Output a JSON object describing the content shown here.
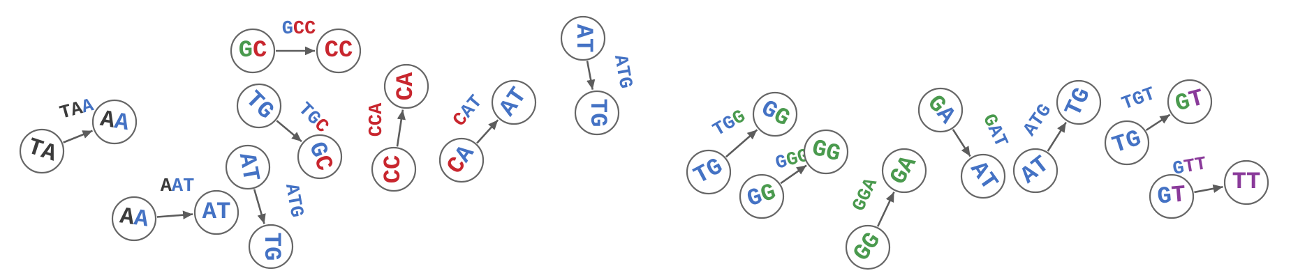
{
  "colors": {
    "A": "#4472c4",
    "C": "#c8262e",
    "G": "#4a9a4e",
    "T": "#4472c4",
    "k": "#3b3b3b",
    "p": "#8a3a9a",
    "node_stroke": "#666666",
    "arrow": "#5c5c5c"
  },
  "graphs": [
    {
      "id": "g1",
      "nodes": [
        {
          "id": "n1",
          "text": "TA",
          "colors": "kk"
        },
        {
          "id": "n2",
          "text": "AA",
          "colors": "kA"
        }
      ],
      "edges": [
        {
          "from": "n1",
          "to": "n2",
          "label": "TAA",
          "colors": "kkA"
        }
      ]
    },
    {
      "id": "g2",
      "nodes": [
        {
          "id": "n3",
          "text": "AA",
          "colors": "kA"
        },
        {
          "id": "n4",
          "text": "AT",
          "colors": "AT"
        }
      ],
      "edges": [
        {
          "from": "n3",
          "to": "n4",
          "label": "AAT",
          "colors": "kAT"
        }
      ]
    },
    {
      "id": "g3",
      "nodes": [
        {
          "id": "n5",
          "text": "GC",
          "colors": "GC"
        },
        {
          "id": "n6",
          "text": "CC",
          "colors": "CC"
        }
      ],
      "edges": [
        {
          "from": "n5",
          "to": "n6",
          "label": "GCC",
          "colors": "ACC"
        }
      ]
    },
    {
      "id": "g4",
      "nodes": [
        {
          "id": "n7",
          "text": "TG",
          "colors": "TT"
        },
        {
          "id": "n8",
          "text": "GC",
          "colors": "AC"
        }
      ],
      "edges": [
        {
          "from": "n7",
          "to": "n8",
          "label": "TGC",
          "colors": "TTC"
        }
      ]
    },
    {
      "id": "g5",
      "nodes": [
        {
          "id": "n9",
          "text": "AT",
          "colors": "AT"
        },
        {
          "id": "n10",
          "text": "TG",
          "colors": "TT"
        }
      ],
      "edges": [
        {
          "from": "n9",
          "to": "n10",
          "label": "ATG",
          "colors": "ATT"
        }
      ]
    },
    {
      "id": "g6",
      "nodes": [
        {
          "id": "n11",
          "text": "CC",
          "colors": "CC"
        },
        {
          "id": "n12",
          "text": "CA",
          "colors": "CC"
        }
      ],
      "edges": [
        {
          "from": "n11",
          "to": "n12",
          "label": "CCA",
          "colors": "CCC"
        }
      ]
    },
    {
      "id": "g7",
      "nodes": [
        {
          "id": "n13",
          "text": "CA",
          "colors": "CA"
        },
        {
          "id": "n14",
          "text": "AT",
          "colors": "AT"
        }
      ],
      "edges": [
        {
          "from": "n13",
          "to": "n14",
          "label": "CAT",
          "colors": "CAT"
        }
      ]
    },
    {
      "id": "g8",
      "nodes": [
        {
          "id": "n15",
          "text": "AT",
          "colors": "AT"
        },
        {
          "id": "n16",
          "text": "TG",
          "colors": "TT"
        }
      ],
      "edges": [
        {
          "from": "n15",
          "to": "n16",
          "label": "ATG",
          "colors": "ATT"
        }
      ]
    },
    {
      "id": "g9",
      "nodes": [
        {
          "id": "n17",
          "text": "TG",
          "colors": "TT"
        },
        {
          "id": "n18",
          "text": "GG",
          "colors": "AG"
        }
      ],
      "edges": [
        {
          "from": "n17",
          "to": "n18",
          "label": "TGG",
          "colors": "TTG"
        }
      ]
    },
    {
      "id": "g10",
      "nodes": [
        {
          "id": "n19",
          "text": "GG",
          "colors": "AG"
        },
        {
          "id": "n20",
          "text": "GG",
          "colors": "GG"
        }
      ],
      "edges": [
        {
          "from": "n19",
          "to": "n20",
          "label": "GGG",
          "colors": "AGG"
        }
      ]
    },
    {
      "id": "g11",
      "nodes": [
        {
          "id": "n21",
          "text": "GG",
          "colors": "GG"
        },
        {
          "id": "n22",
          "text": "GA",
          "colors": "GG"
        }
      ],
      "edges": [
        {
          "from": "n21",
          "to": "n22",
          "label": "GGA",
          "colors": "GGG"
        }
      ]
    },
    {
      "id": "g12",
      "nodes": [
        {
          "id": "n23",
          "text": "GA",
          "colors": "GA"
        },
        {
          "id": "n24",
          "text": "AT",
          "colors": "AT"
        }
      ],
      "edges": [
        {
          "from": "n23",
          "to": "n24",
          "label": "GAT",
          "colors": "GAT"
        }
      ]
    },
    {
      "id": "g13",
      "nodes": [
        {
          "id": "n25",
          "text": "AT",
          "colors": "AT"
        },
        {
          "id": "n26",
          "text": "TG",
          "colors": "TT"
        }
      ],
      "edges": [
        {
          "from": "n25",
          "to": "n26",
          "label": "ATG",
          "colors": "ATT"
        }
      ]
    },
    {
      "id": "g14",
      "nodes": [
        {
          "id": "n27",
          "text": "TG",
          "colors": "TT"
        },
        {
          "id": "n28",
          "text": "GT",
          "colors": "Gp"
        }
      ],
      "edges": [
        {
          "from": "n27",
          "to": "n28",
          "label": "TGT",
          "colors": "TTT"
        }
      ]
    },
    {
      "id": "g15",
      "nodes": [
        {
          "id": "n29",
          "text": "GT",
          "colors": "Tp"
        },
        {
          "id": "n30",
          "text": "TT",
          "colors": "pp"
        }
      ],
      "edges": [
        {
          "from": "n29",
          "to": "n30",
          "label": "GTT",
          "colors": "Tpp"
        }
      ]
    }
  ]
}
